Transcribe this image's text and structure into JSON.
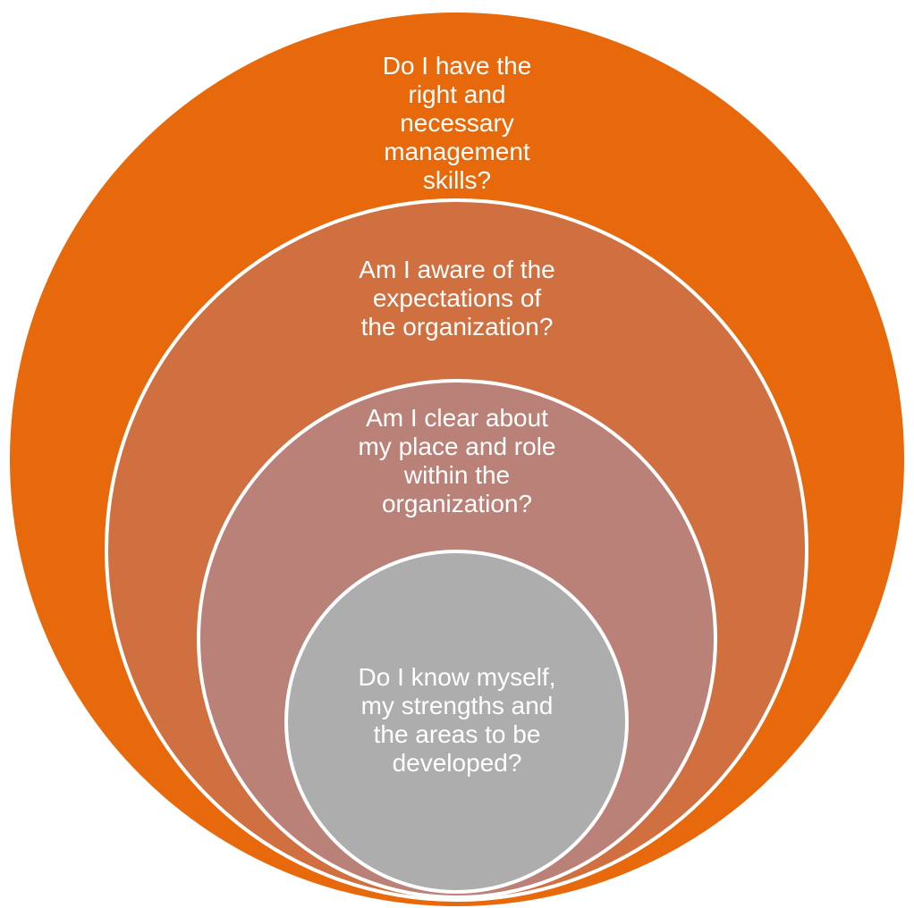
{
  "diagram": {
    "type": "nested-circles",
    "background_color": "#FFFFFF",
    "divider_color": "#FFFFFF",
    "text_color": "#FFFFFF",
    "rings": [
      {
        "id": "management-skills",
        "color": "#E8680C",
        "label": "Do I have the\nright and\nnecessary\nmanagement\nskills?"
      },
      {
        "id": "organization-expectations",
        "color": "#D06F40",
        "label": "Am I aware of the\nexpectations of\nthe organization?"
      },
      {
        "id": "role-clarity",
        "color": "#BA8178",
        "label": "Am I clear about\nmy place and role\nwithin the\norganization?"
      },
      {
        "id": "self-knowledge",
        "color": "#ADADAD",
        "label": "Do I know myself,\nmy strengths and\nthe areas to be\ndeveloped?"
      }
    ]
  }
}
